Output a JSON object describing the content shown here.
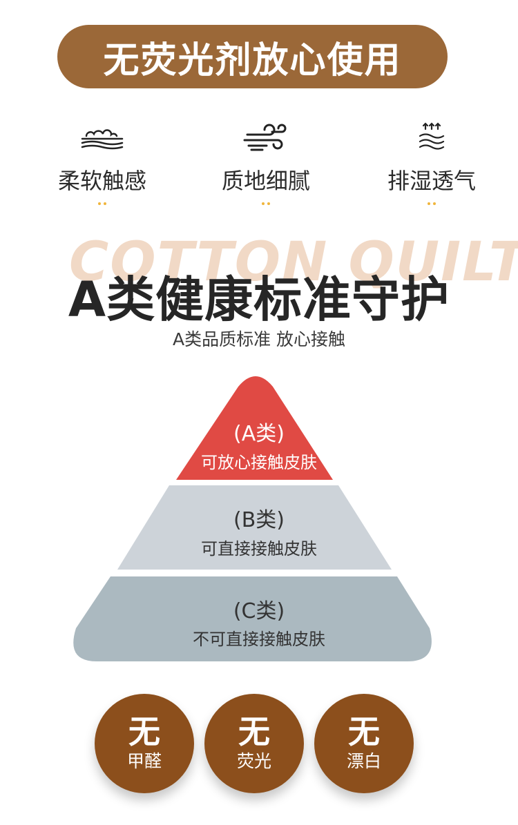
{
  "banner": {
    "title": "无荧光剂放心使用"
  },
  "features": [
    {
      "label": "柔软触感",
      "icon": "cloud-layers-icon"
    },
    {
      "label": "质地细腻",
      "icon": "wind-icon"
    },
    {
      "label": "排湿透气",
      "icon": "moisture-vent-icon"
    }
  ],
  "heading": {
    "watermark": "COTTON QUILT",
    "title": "A类健康标准守护",
    "subtitle": "A类品质标准 放心接触"
  },
  "pyramid": {
    "tiers": [
      {
        "grade": "(A类)",
        "desc": "可放心接触皮肤",
        "color": "#e04a44",
        "text_color": "#ffffff"
      },
      {
        "grade": "(B类)",
        "desc": "可直接接触皮肤",
        "color": "#cdd3d9",
        "text_color": "#333333"
      },
      {
        "grade": "(C类)",
        "desc": "不可直接接触皮肤",
        "color": "#abb9c0",
        "text_color": "#333333"
      }
    ]
  },
  "badges": [
    {
      "big": "无",
      "small": "甲醛"
    },
    {
      "big": "无",
      "small": "荧光"
    },
    {
      "big": "无",
      "small": "漂白"
    }
  ],
  "colors": {
    "banner_bg": "#9b6838",
    "badge_bg": "#8c4f1c",
    "dot_accent": "#f0b53c",
    "watermark": "#f1d9c6"
  }
}
